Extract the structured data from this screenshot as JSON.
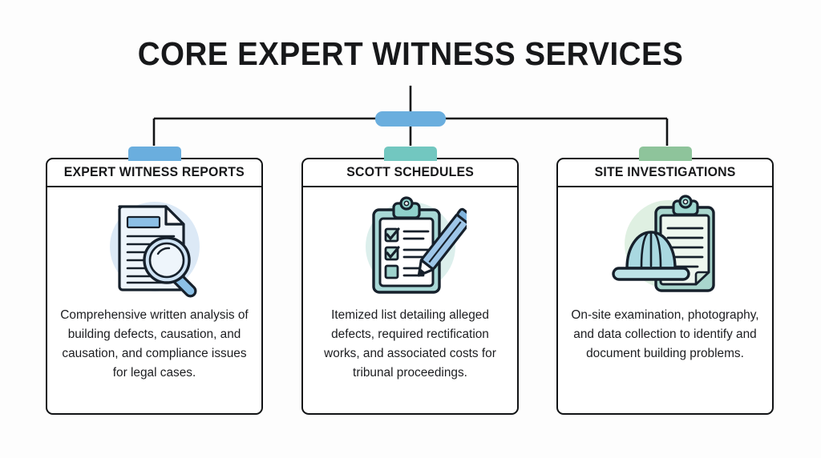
{
  "page": {
    "title": "CORE EXPERT WITNESS SERVICES",
    "background_color": "#fdfdfd",
    "text_color": "#17181a"
  },
  "connector": {
    "junction_color": "#6aaede",
    "line_color": "#111315"
  },
  "cards": [
    {
      "id": "expert-witness-reports",
      "header": "EXPERT WITNESS REPORTS",
      "body": "Comprehensive written analysis of building defects, causation, and causation, and compliance issues for legal cases.",
      "tab_color": "#6aaede",
      "icon_name": "document-magnifier-icon",
      "icon_circle_color": "#dce9f6",
      "icon_accent_color": "#8cc0e6",
      "icon_fill_color": "#eef5fb"
    },
    {
      "id": "scott-schedules",
      "header": "SCOTT SCHEDULES",
      "body": "Itemized list detailing alleged defects, required rectification works, and associated costs for tribunal proceedings.",
      "tab_color": "#72c7c0",
      "icon_name": "clipboard-checklist-pencil-icon",
      "icon_circle_color": "#dcefec",
      "icon_accent_color": "#8fd0ca",
      "icon_fill_color": "#eaf6f5"
    },
    {
      "id": "site-investigations",
      "header": "SITE INVESTIGATIONS",
      "body": "On-site examination, photography, and data collection to identify and document building problems.",
      "tab_color": "#8ec49b",
      "icon_name": "hard-hat-clipboard-icon",
      "icon_circle_color": "#dff0e2",
      "icon_accent_color": "#9ed7cf",
      "icon_fill_color": "#eef7ef"
    }
  ]
}
